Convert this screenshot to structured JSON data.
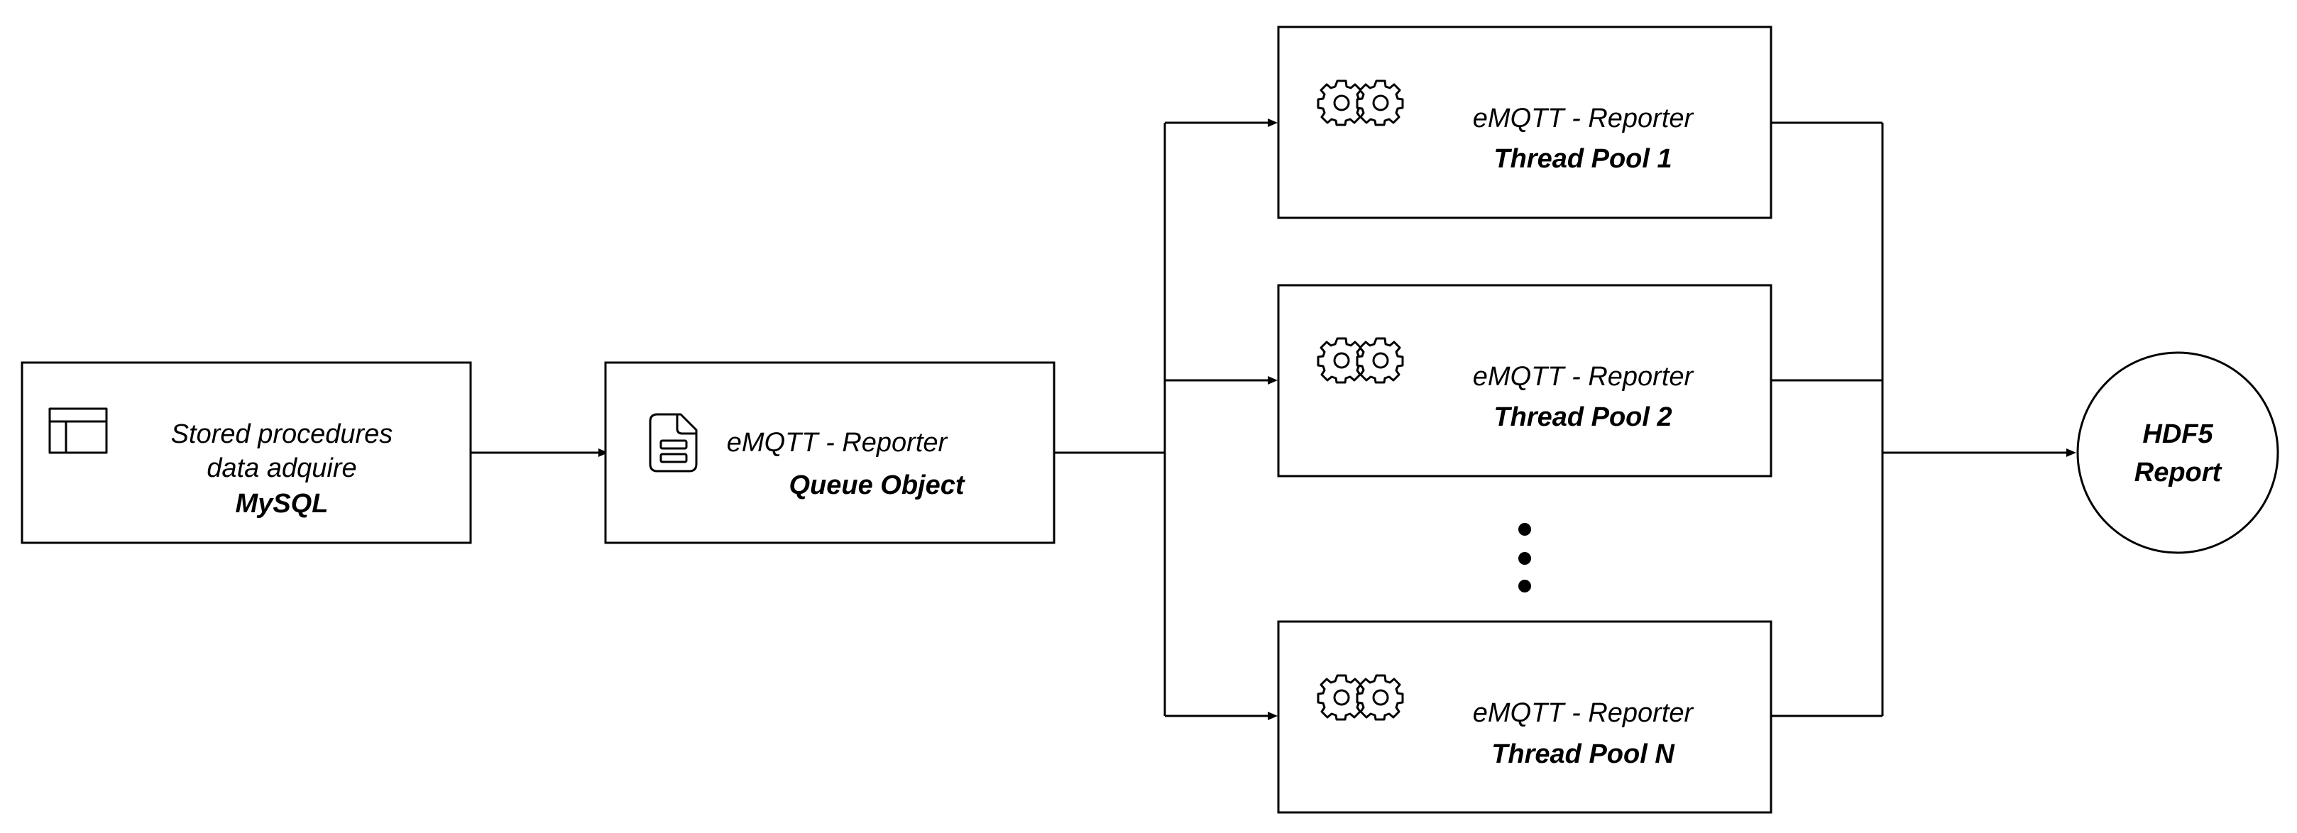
{
  "source": {
    "line1": "Stored procedures",
    "line2": "data adquire",
    "title": "MySQL",
    "icon": "table-layout-icon"
  },
  "queue": {
    "line1": "eMQTT - Reporter",
    "title": "Queue Object",
    "icon": "document-icon"
  },
  "pools": [
    {
      "line1": "eMQTT - Reporter",
      "title": "Thread Pool 1",
      "icon": "gears-icon"
    },
    {
      "line1": "eMQTT - Reporter",
      "title": "Thread Pool 2",
      "icon": "gears-icon"
    },
    {
      "line1": "eMQTT - Reporter",
      "title": "Thread Pool N",
      "icon": "gears-icon"
    }
  ],
  "report": {
    "line1": "HDF5",
    "line2": "Report"
  },
  "colors": {
    "stroke": "#000000",
    "fill": "#ffffff"
  }
}
